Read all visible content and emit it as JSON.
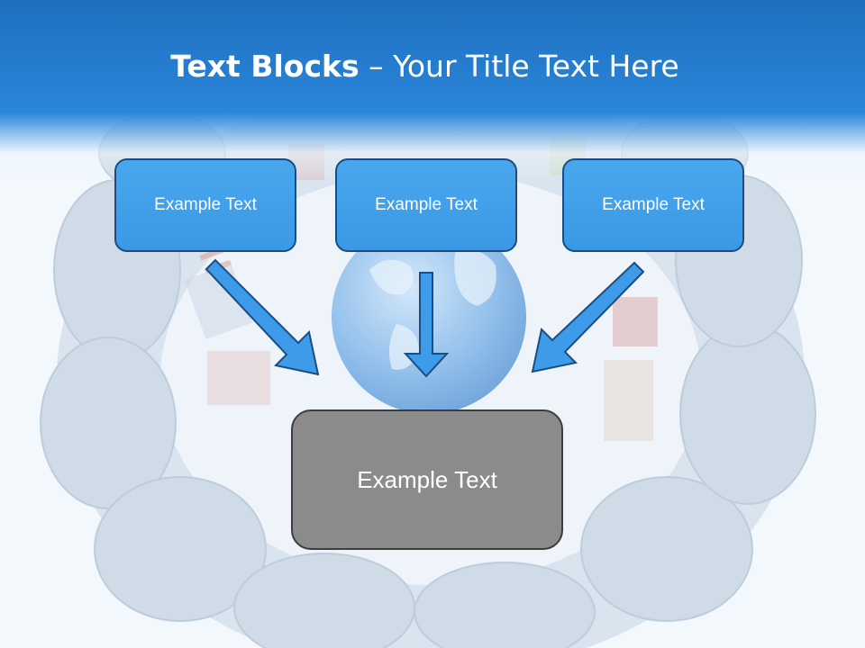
{
  "title": {
    "bold": "Text Blocks",
    "dash": " – ",
    "light": "Your Title Text Here"
  },
  "boxes": {
    "top": [
      "Example Text",
      "Example Text",
      "Example Text"
    ],
    "bottom": "Example Text"
  },
  "colors": {
    "header_blue": "#2a86da",
    "box_blue": "#3d9be9",
    "box_border": "#1a4e82",
    "arrow_fill": "#3d9be9",
    "grey_box": "#8b8b8b"
  }
}
